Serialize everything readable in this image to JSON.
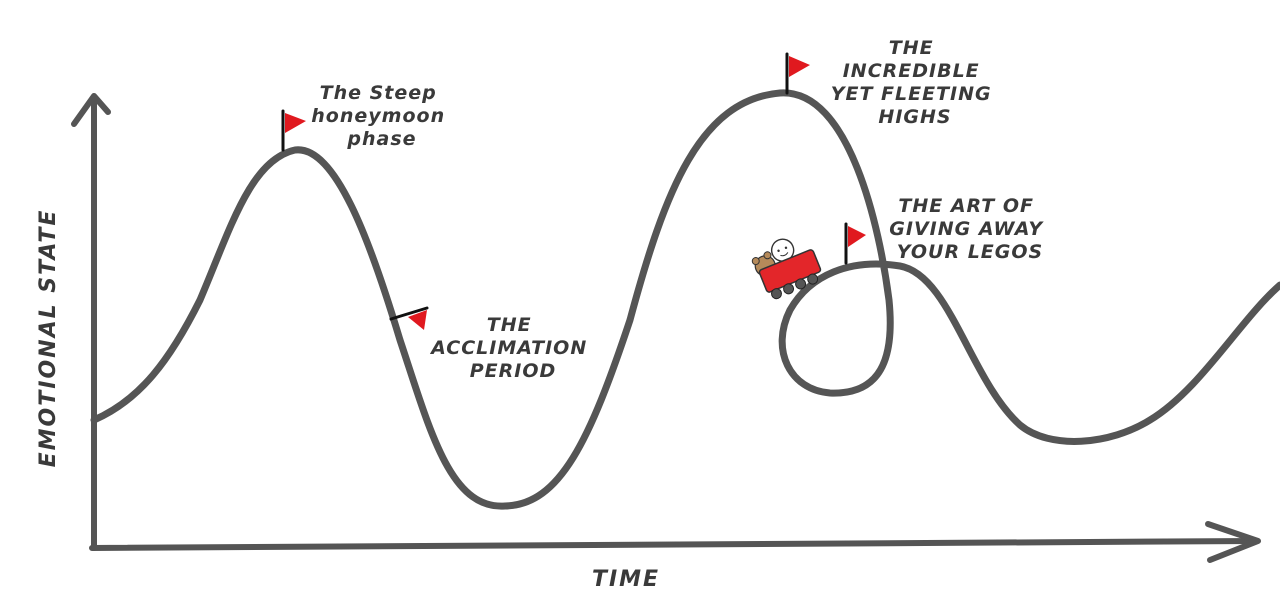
{
  "axes": {
    "x_label": "TIME",
    "y_label": "EMOTIONAL STATE"
  },
  "annotations": [
    {
      "lines": [
        "The Steep",
        "honeymoon",
        "phase"
      ]
    },
    {
      "lines": [
        "THE",
        "ACCLIMATION",
        "PERIOD"
      ]
    },
    {
      "lines": [
        "THE",
        "INCREDIBLE",
        "YET FLEETING",
        "HIGHS"
      ]
    },
    {
      "lines": [
        "THE ART OF",
        "GIVING AWAY",
        "YOUR LEGOS"
      ]
    }
  ],
  "colors": {
    "curve": "#555555",
    "flag": "#e0191f",
    "cart": "#e3262a",
    "text": "#3a3a3a"
  },
  "icons": {
    "flag": "red-flag-icon",
    "cart": "roller-coaster-cart-icon"
  }
}
